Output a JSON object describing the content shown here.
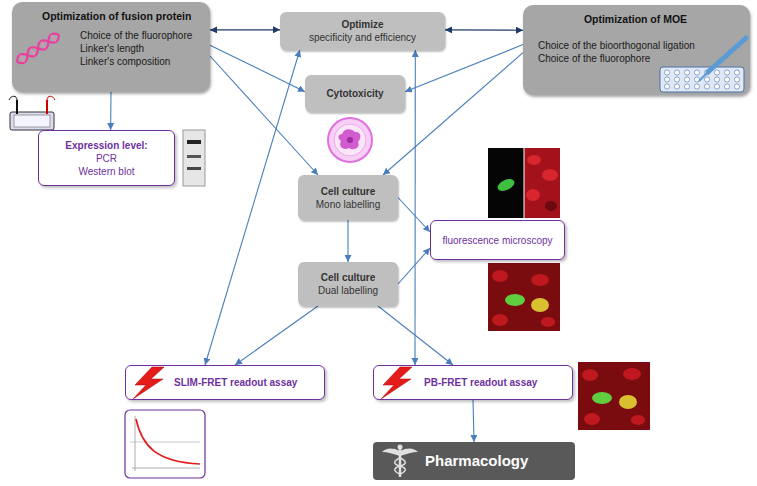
{
  "diagram": {
    "nodes": [
      {
        "text": [
          "Optimization of fusion protein",
          "Choice of the fluorophore",
          "Linker's length",
          "Linker's composition"
        ]
      },
      {
        "text": [
          "Optimize",
          "specificity and efficiency"
        ]
      },
      {
        "text": [
          "Optimization of MOE",
          "Choice of the bioorthogonal ligation",
          "Choice of the fluorophore"
        ]
      },
      {
        "text": [
          "Cytotoxicity"
        ]
      },
      {
        "text": [
          "Expression level:",
          "PCR",
          "Western blot"
        ]
      },
      {
        "text": [
          "Cell culture",
          "Mono labelling"
        ]
      },
      {
        "text": [
          "fluorescence microscopy"
        ]
      },
      {
        "text": [
          "Cell culture",
          "Dual labelling"
        ]
      },
      {
        "text": [
          "SLIM-FRET readout assay"
        ]
      },
      {
        "text": [
          "PB-FRET readout assay"
        ]
      },
      {
        "text": [
          "Pharmacology"
        ]
      }
    ],
    "edges": [
      {
        "from": 0,
        "to": 1,
        "arrow": "both"
      },
      {
        "from": 1,
        "to": 2,
        "arrow": "both"
      },
      {
        "from": 0,
        "to": 3,
        "arrow": "to"
      },
      {
        "from": 0,
        "to": 5,
        "arrow": "to"
      },
      {
        "from": 2,
        "to": 3,
        "arrow": "to"
      },
      {
        "from": 2,
        "to": 5,
        "arrow": "to"
      },
      {
        "from": 0,
        "to": 4,
        "arrow": "to"
      },
      {
        "from": 5,
        "to": 6,
        "arrow": "to"
      },
      {
        "from": 7,
        "to": 6,
        "arrow": "to"
      },
      {
        "from": 5,
        "to": 7,
        "arrow": "to"
      },
      {
        "from": 7,
        "to": 8,
        "arrow": "to"
      },
      {
        "from": 7,
        "to": 9,
        "arrow": "to"
      },
      {
        "from": 1,
        "to": 8,
        "arrow": "both"
      },
      {
        "from": 1,
        "to": 9,
        "arrow": "both"
      },
      {
        "from": 9,
        "to": 10,
        "arrow": "to"
      }
    ]
  }
}
